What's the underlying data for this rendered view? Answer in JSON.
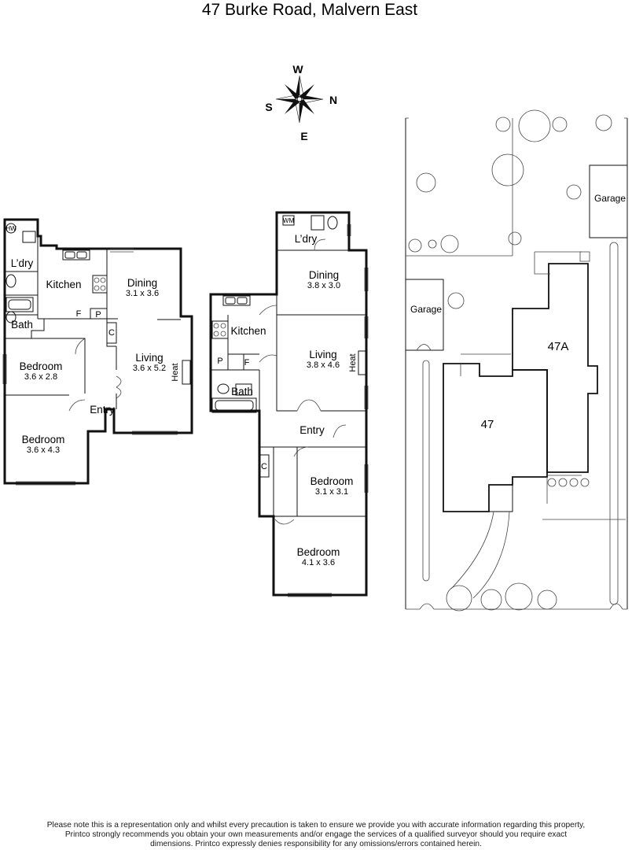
{
  "title": "47 Burke Road, Malvern East",
  "compass": {
    "north": "N",
    "south": "S",
    "east": "E",
    "west": "W"
  },
  "plan_left": {
    "rooms": [
      {
        "name": "L’dry",
        "dims": ""
      },
      {
        "name": "Kitchen",
        "dims": ""
      },
      {
        "name": "Dining",
        "dims": "3.1 x 3.6"
      },
      {
        "name": "Bath",
        "dims": ""
      },
      {
        "name": "Living",
        "dims": "3.6 x 5.2"
      },
      {
        "name": "Bedroom",
        "dims": "3.6 x 2.8"
      },
      {
        "name": "Entry",
        "dims": ""
      },
      {
        "name": "Bedroom",
        "dims": "3.6 x 4.3"
      }
    ],
    "labels": {
      "hw": "HW",
      "fridge": "F",
      "pantry": "P",
      "cupboard": "C",
      "heat": "Heat"
    }
  },
  "plan_right": {
    "rooms": [
      {
        "name": "L’dry",
        "dims": ""
      },
      {
        "name": "Dining",
        "dims": "3.8 x 3.0"
      },
      {
        "name": "Kitchen",
        "dims": ""
      },
      {
        "name": "Living",
        "dims": "3.8 x 4.6"
      },
      {
        "name": "Bath",
        "dims": ""
      },
      {
        "name": "Entry",
        "dims": ""
      },
      {
        "name": "Bedroom",
        "dims": "3.1 x 3.1"
      },
      {
        "name": "Bedroom",
        "dims": "4.1 x 3.6"
      }
    ],
    "labels": {
      "wm": "WM",
      "pantry": "P",
      "fridge": "F",
      "cupboard": "C",
      "heat": "Heat"
    }
  },
  "site": {
    "garage_top": "Garage",
    "garage_left": "Garage",
    "unit_a": "47A",
    "unit_main": "47"
  },
  "disclaimer": [
    "Please note this is a representation only and whilst every precaution is taken to ensure we provide you with accurate information regarding this property,",
    "Printco strongly recommends you obtain your own measurements and/or engage the services of a qualified surveyor should you require exact",
    "dimensions. Printco expressly denies responsibility for any omissions/errors contained herein."
  ]
}
